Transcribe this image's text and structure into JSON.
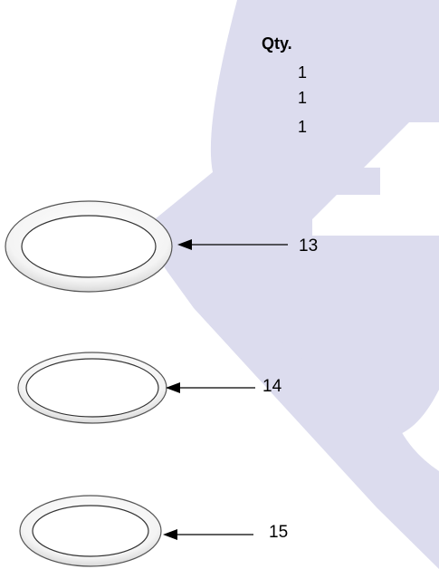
{
  "watermark": {
    "color": "#dcdcee"
  },
  "quantity_table": {
    "header": "Qty.",
    "values": [
      "1",
      "1",
      "1"
    ]
  },
  "parts": [
    {
      "callout": "13"
    },
    {
      "callout": "14"
    },
    {
      "callout": "15"
    }
  ]
}
